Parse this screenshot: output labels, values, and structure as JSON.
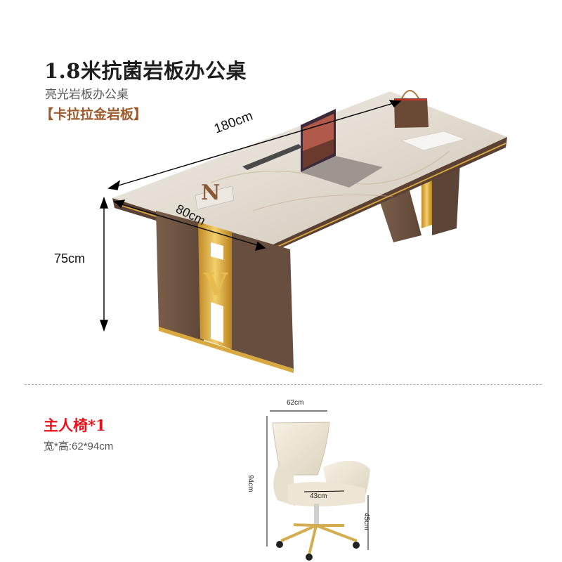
{
  "product": {
    "title": "1.8米抗菌岩板办公桌",
    "subtitle": "亮光岩板办公桌",
    "material": "【卡拉拉金岩板】"
  },
  "desk_dimensions": {
    "length": "180cm",
    "depth": "80cm",
    "height": "75cm"
  },
  "chair": {
    "title": "主人椅*1",
    "size_text": "宽*高:62*94cm",
    "dimensions": {
      "width": "62cm",
      "height": "94cm",
      "seat_width": "43cm",
      "seat_height": "45cm"
    }
  },
  "colors": {
    "title": "#1e1e1e",
    "material_accent": "#9a5a2c",
    "chair_title": "#e8121a",
    "desk_leather": "#6b5240",
    "gold_trim": "#d7a63a",
    "stone_top": "#e9e4dc",
    "chair_leather": "#efe8d8"
  }
}
